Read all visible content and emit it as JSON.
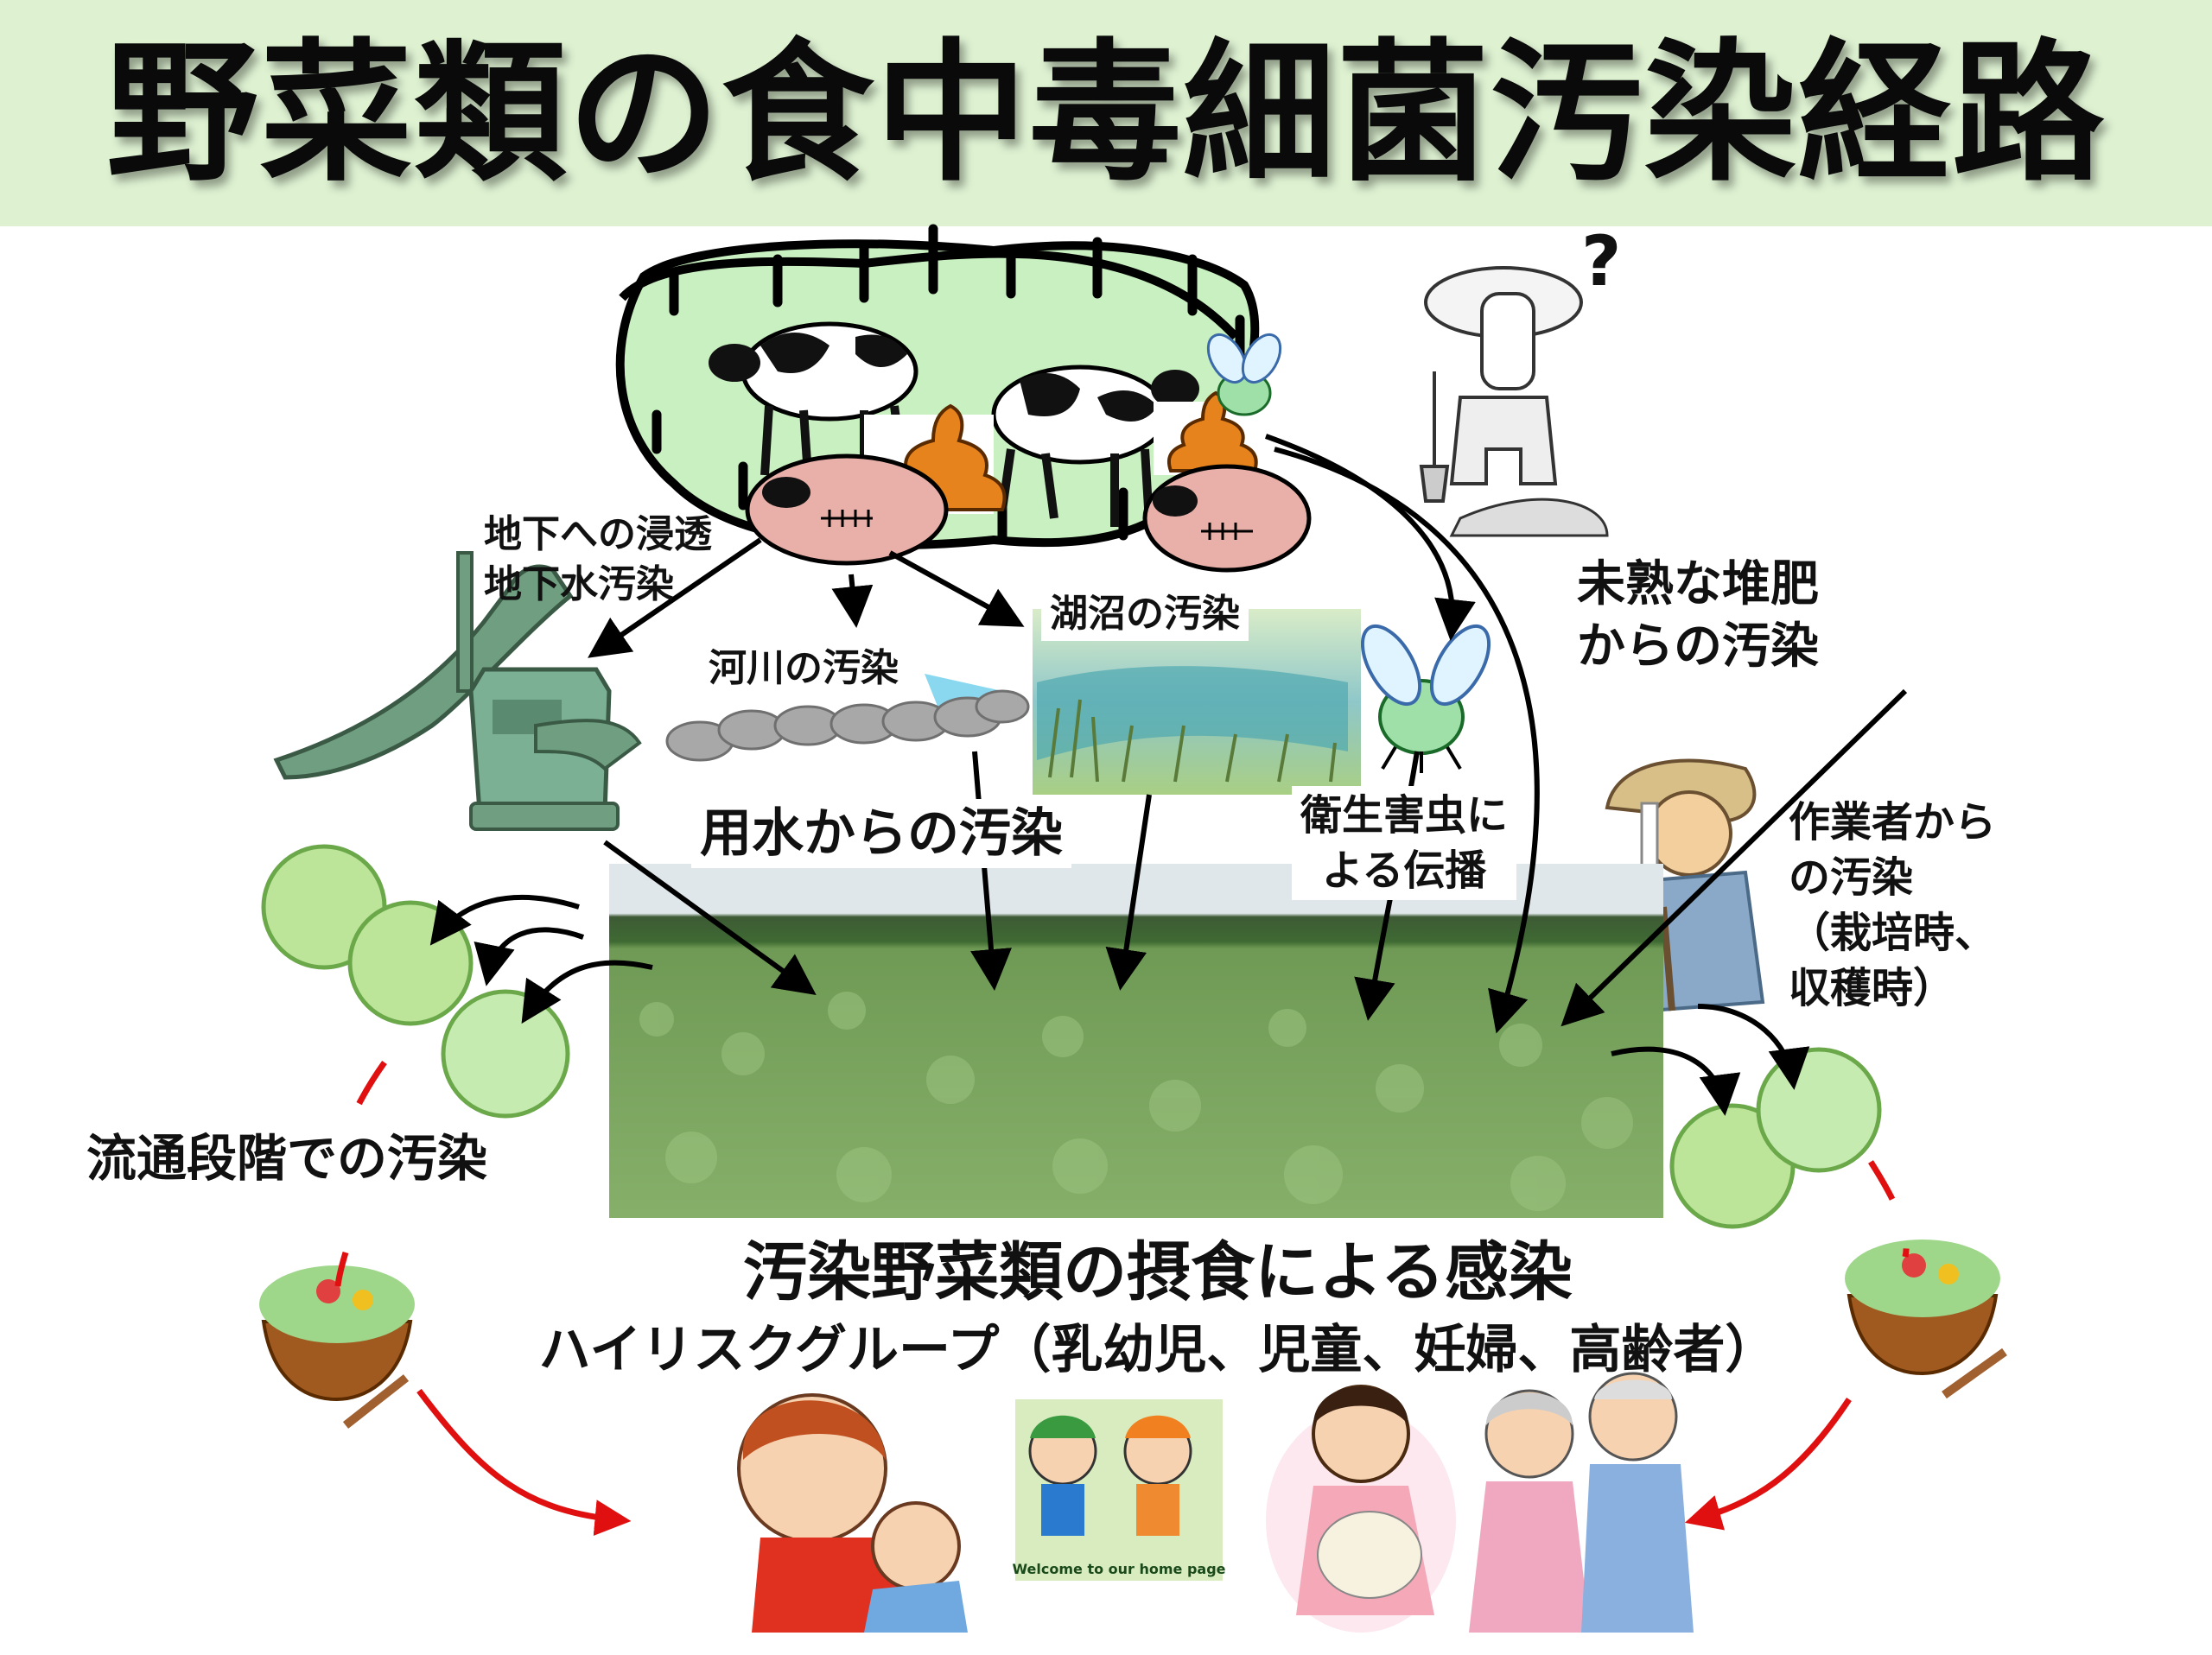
{
  "title": "野菜類の食中毒細菌汚染経路",
  "labels": {
    "groundwater": "地下への浸透\n地下水汚染",
    "river": "河川の汚染",
    "lake": "湖沼の汚染",
    "irrigation": "用水からの汚染",
    "compost": "未熟な堆肥\nからの汚染",
    "pests": "衛生害虫に\nよる伝播",
    "workers": "作業者から\nの汚染\n（栽培時、\n収穫時）",
    "distribution": "流通段階での汚染",
    "infection": "汚染野菜類の摂食による感染",
    "high_risk": "ハイリスクグループ（乳幼児、児童、妊婦、高齢者）",
    "banner": "Welcome to our  home page",
    "question": "?"
  },
  "colors": {
    "title_band": "#def2d2",
    "pasture": "#c9f0c0",
    "field": "#7faa5f",
    "red_arrow": "#e01010",
    "cabbage": "#bde59a"
  },
  "icons": {
    "cow": "cow-icon",
    "pig": "pig-icon",
    "manure": "manure-icon",
    "fly": "fly-icon",
    "pump": "water-pump-icon",
    "stones": "river-stones-icon",
    "lake": "lake-icon",
    "farmer": "farmer-icon",
    "worker": "worker-icon",
    "cabbage": "cabbage-icon",
    "salad": "salad-bowl-icon",
    "people": [
      "mother-baby-icon",
      "children-icon",
      "pregnant-woman-icon",
      "elderly-couple-icon"
    ]
  }
}
